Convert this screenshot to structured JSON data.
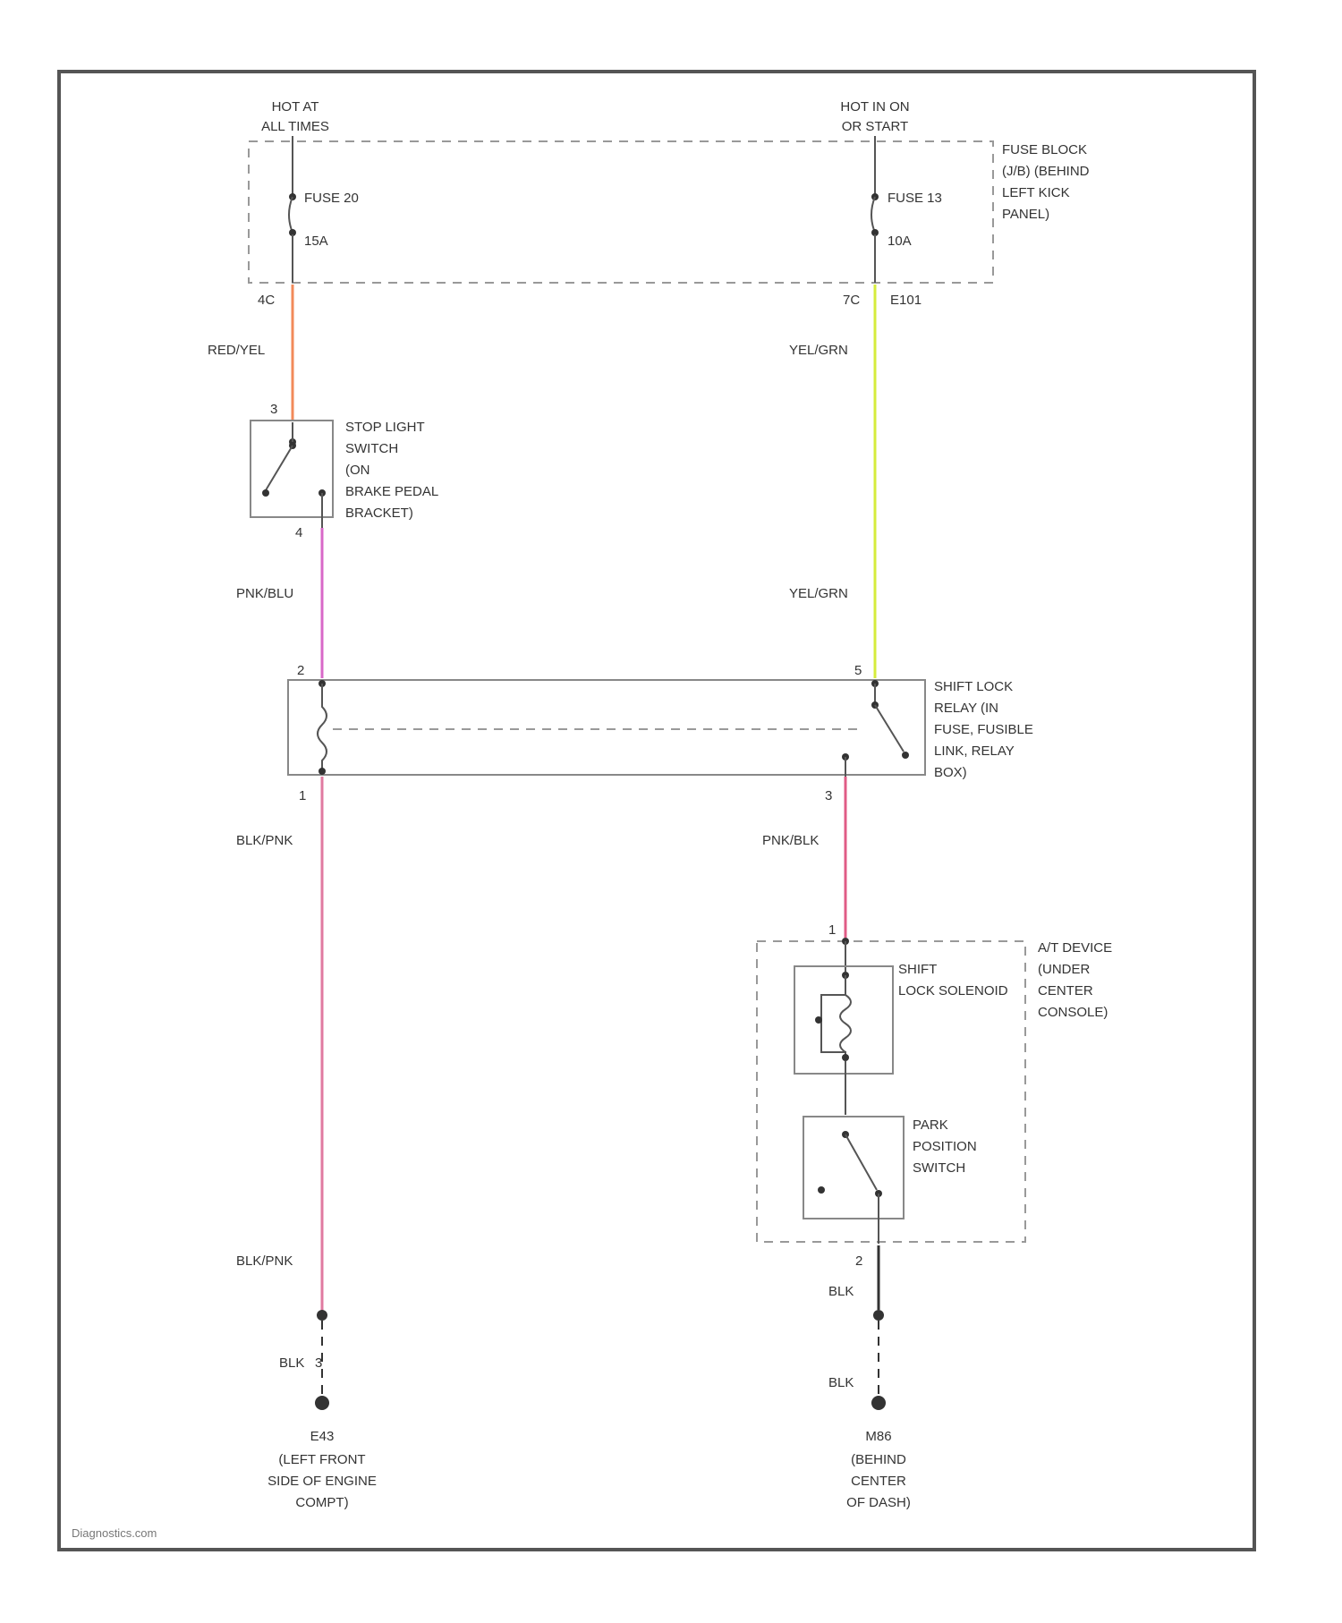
{
  "colors": {
    "red_yel": "#f28a5a",
    "yel_grn": "#d6ec3c",
    "pnk_blu": "#d868c8",
    "blk_pnk": "#e07aa0",
    "pnk_blk": "#e05c86",
    "blk": "#333333",
    "frame": "#555555"
  },
  "power": {
    "left": {
      "line1": "HOT AT",
      "line2": "ALL TIMES"
    },
    "right": {
      "line1": "HOT IN ON",
      "line2": "OR START"
    }
  },
  "fuse_block": {
    "label": [
      "FUSE BLOCK",
      "(J/B) (BEHIND",
      "LEFT KICK",
      "PANEL)"
    ],
    "fuse_left": {
      "name": "FUSE 20",
      "rating": "15A",
      "pin": "4C"
    },
    "fuse_right": {
      "name": "FUSE 13",
      "rating": "10A",
      "pin": "7C",
      "connector": "E101"
    }
  },
  "wires": {
    "red_yel": "RED/YEL",
    "yel_grn_top": "YEL/GRN",
    "yel_grn_mid": "YEL/GRN",
    "pnk_blu": "PNK/BLU",
    "blk_pnk_top": "BLK/PNK",
    "blk_pnk_bottom": "BLK/PNK",
    "pnk_blk": "PNK/BLK",
    "blk_left": "BLK",
    "blk_right_1": "BLK",
    "blk_right_2": "BLK"
  },
  "stop_light_switch": {
    "label": [
      "STOP LIGHT",
      "SWITCH",
      "(ON",
      "BRAKE PEDAL",
      "BRACKET)"
    ],
    "pin_in": "3",
    "pin_out": "4"
  },
  "shift_lock_relay": {
    "label": [
      "SHIFT LOCK",
      "RELAY (IN",
      "FUSE, FUSIBLE",
      "LINK, RELAY",
      "BOX)"
    ],
    "pin_tl": "2",
    "pin_tr": "5",
    "pin_bl": "1",
    "pin_br": "3"
  },
  "at_device": {
    "label": [
      "A/T DEVICE",
      "(UNDER",
      "CENTER",
      "CONSOLE)"
    ],
    "pin_top": "1",
    "pin_bottom": "2",
    "solenoid_label": [
      "SHIFT",
      "LOCK SOLENOID"
    ],
    "park_switch_label": [
      "PARK",
      "POSITION",
      "SWITCH"
    ]
  },
  "grounds": {
    "left": {
      "splice": "3",
      "id": "E43",
      "location": [
        "(LEFT FRONT",
        "SIDE OF ENGINE",
        "COMPT)"
      ]
    },
    "right": {
      "id": "M86",
      "location": [
        "(BEHIND",
        "CENTER",
        "OF DASH)"
      ]
    }
  },
  "watermark": "Diagnostics.com"
}
